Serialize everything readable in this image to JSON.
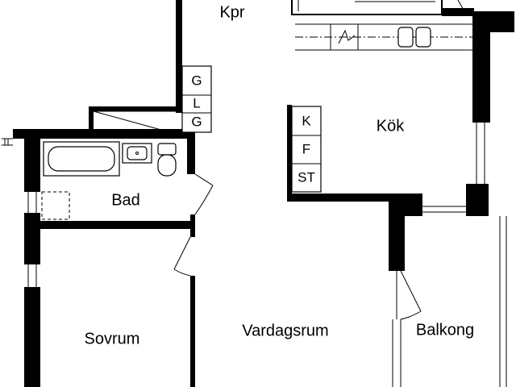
{
  "rooms": {
    "kpr": "Kpr",
    "kok": "Kök",
    "bad": "Bad",
    "sovrum": "Sovrum",
    "vardagsrum": "Vardagsrum",
    "balkong": "Balkong"
  },
  "closet": {
    "g1": "G",
    "l": "L",
    "g2": "G"
  },
  "kitchen_units": {
    "k": "K",
    "f": "F",
    "st": "ST"
  }
}
